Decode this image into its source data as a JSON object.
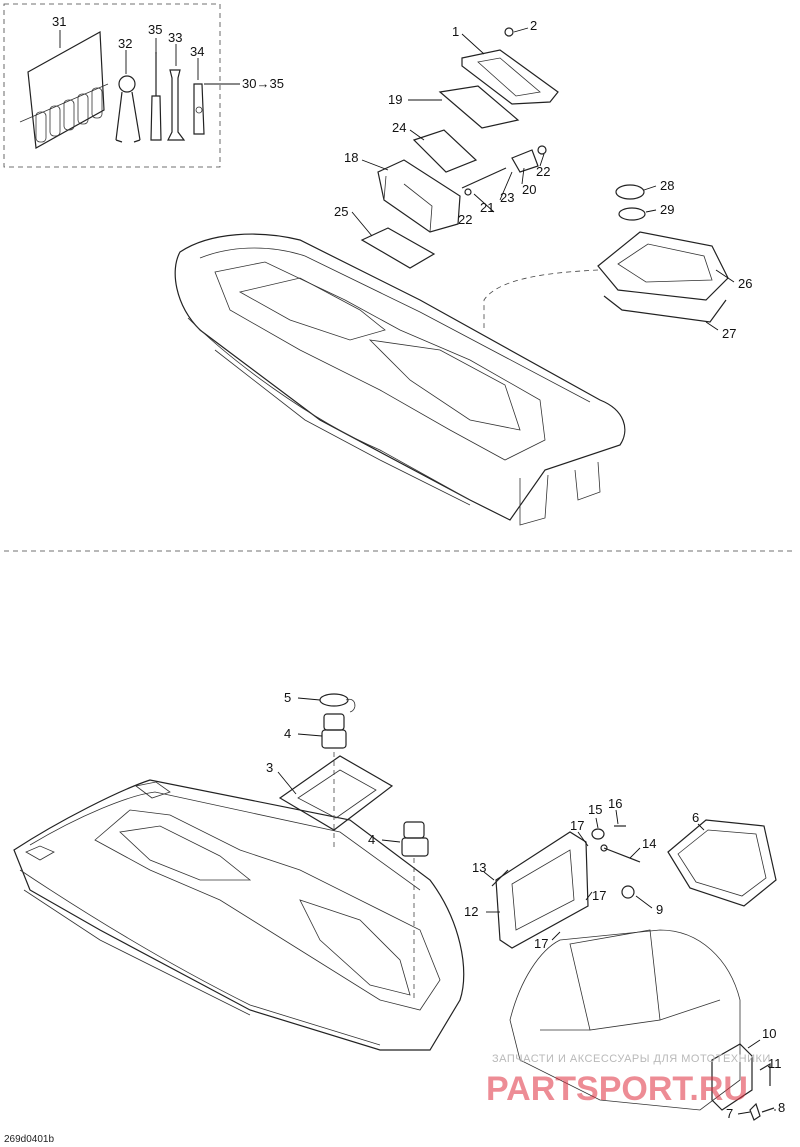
{
  "diagram": {
    "upper_callouts": [
      "31",
      "32",
      "35",
      "33",
      "34",
      "30→35",
      "1",
      "2",
      "19",
      "24",
      "18",
      "25",
      "22",
      "20",
      "23",
      "21",
      "22",
      "28",
      "29",
      "26",
      "27"
    ],
    "lower_callouts": [
      "5",
      "4",
      "3",
      "4",
      "15",
      "16",
      "17",
      "14",
      "6",
      "13",
      "12",
      "17",
      "17",
      "9",
      "10",
      "11",
      "7",
      "8"
    ],
    "drawing_code": "269d0401b",
    "watermark_line1": "ЗАПЧАСТИ И АКСЕССУАРЫ ДЛЯ МОТОТЕХНИКИ",
    "watermark_line2": "PARTSPORT.RU",
    "accent_color": "#e0303f"
  }
}
